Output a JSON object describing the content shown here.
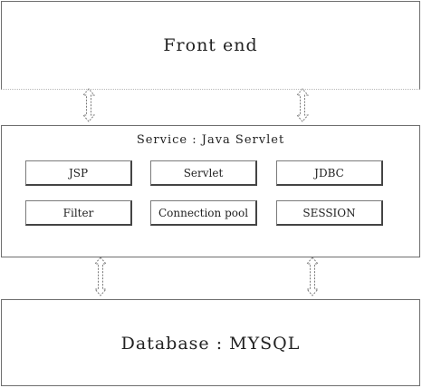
{
  "layers": {
    "frontend": {
      "title": "Front end"
    },
    "service": {
      "title": "Service : Java Servlet",
      "components": [
        "JSP",
        "Servlet",
        "JDBC",
        "Filter",
        "Connection pool",
        "SESSION"
      ]
    },
    "database": {
      "title": "Database : MYSQL"
    }
  },
  "colors": {
    "border": "#6e6e6e",
    "text": "#222222",
    "arrow": "#7a7a7a"
  }
}
